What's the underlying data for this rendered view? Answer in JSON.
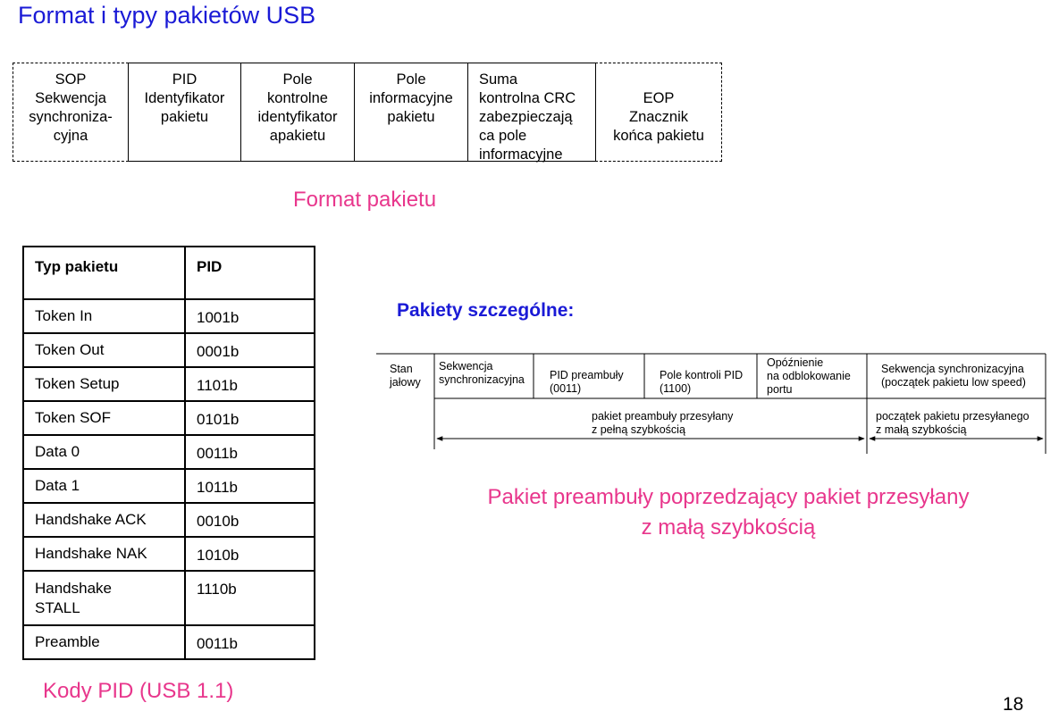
{
  "title": "Format i typy pakietów USB",
  "format": {
    "fields": [
      [
        "SOP",
        "Sekwencja",
        "synchroniza-",
        "cyjna"
      ],
      [
        "PID",
        "Identyfikator",
        "pakietu"
      ],
      [
        "Pole",
        "kontrolne",
        "identyfikator",
        "apakietu"
      ],
      [
        "Pole",
        "informacyjne",
        "pakietu"
      ],
      [
        "Suma",
        "kontrolna CRC",
        "zabezpieczają",
        "ca pole",
        "informacyjne"
      ],
      [
        "EOP",
        "Znacznik",
        "końca pakietu"
      ]
    ],
    "caption": "Format pakietu"
  },
  "pid_table": {
    "header": [
      "Typ pakietu",
      "PID"
    ],
    "rows": [
      [
        "Token In",
        "1001b"
      ],
      [
        "Token Out",
        "0001b"
      ],
      [
        "Token Setup",
        "1101b"
      ],
      [
        "Token SOF",
        "0101b"
      ],
      [
        "Data 0",
        "0011b"
      ],
      [
        "Data 1",
        "1011b"
      ],
      [
        "Handshake ACK",
        "0010b"
      ],
      [
        "Handshake NAK",
        "1010b"
      ],
      [
        "Handshake\nSTALL",
        "1110b"
      ],
      [
        "Preamble",
        "0011b"
      ]
    ],
    "caption": "Kody PID (USB 1.1)"
  },
  "special": {
    "title": "Pakiety szczególne:",
    "fields": [
      [
        "Stan",
        "jałowy"
      ],
      [
        "Sekwencja",
        "synchronizacyjna"
      ],
      [
        "PID preambuły",
        "(0011)"
      ],
      [
        "Pole kontroli PID",
        "(1100)"
      ],
      [
        "Opóźnienie",
        "na odblokowanie",
        "portu"
      ],
      [
        "Sekwencja synchronizacyjna",
        "(początek pakietu low speed)"
      ]
    ],
    "span_left": [
      "pakiet preambuły przesyłany",
      "z pełną szybkością"
    ],
    "span_right": [
      "początek pakietu przesyłanego",
      "z małą szybkością"
    ],
    "caption": [
      "Pakiet preambuły poprzedzający pakiet przesyłany",
      "z małą szybkością"
    ]
  },
  "page_number": "18"
}
